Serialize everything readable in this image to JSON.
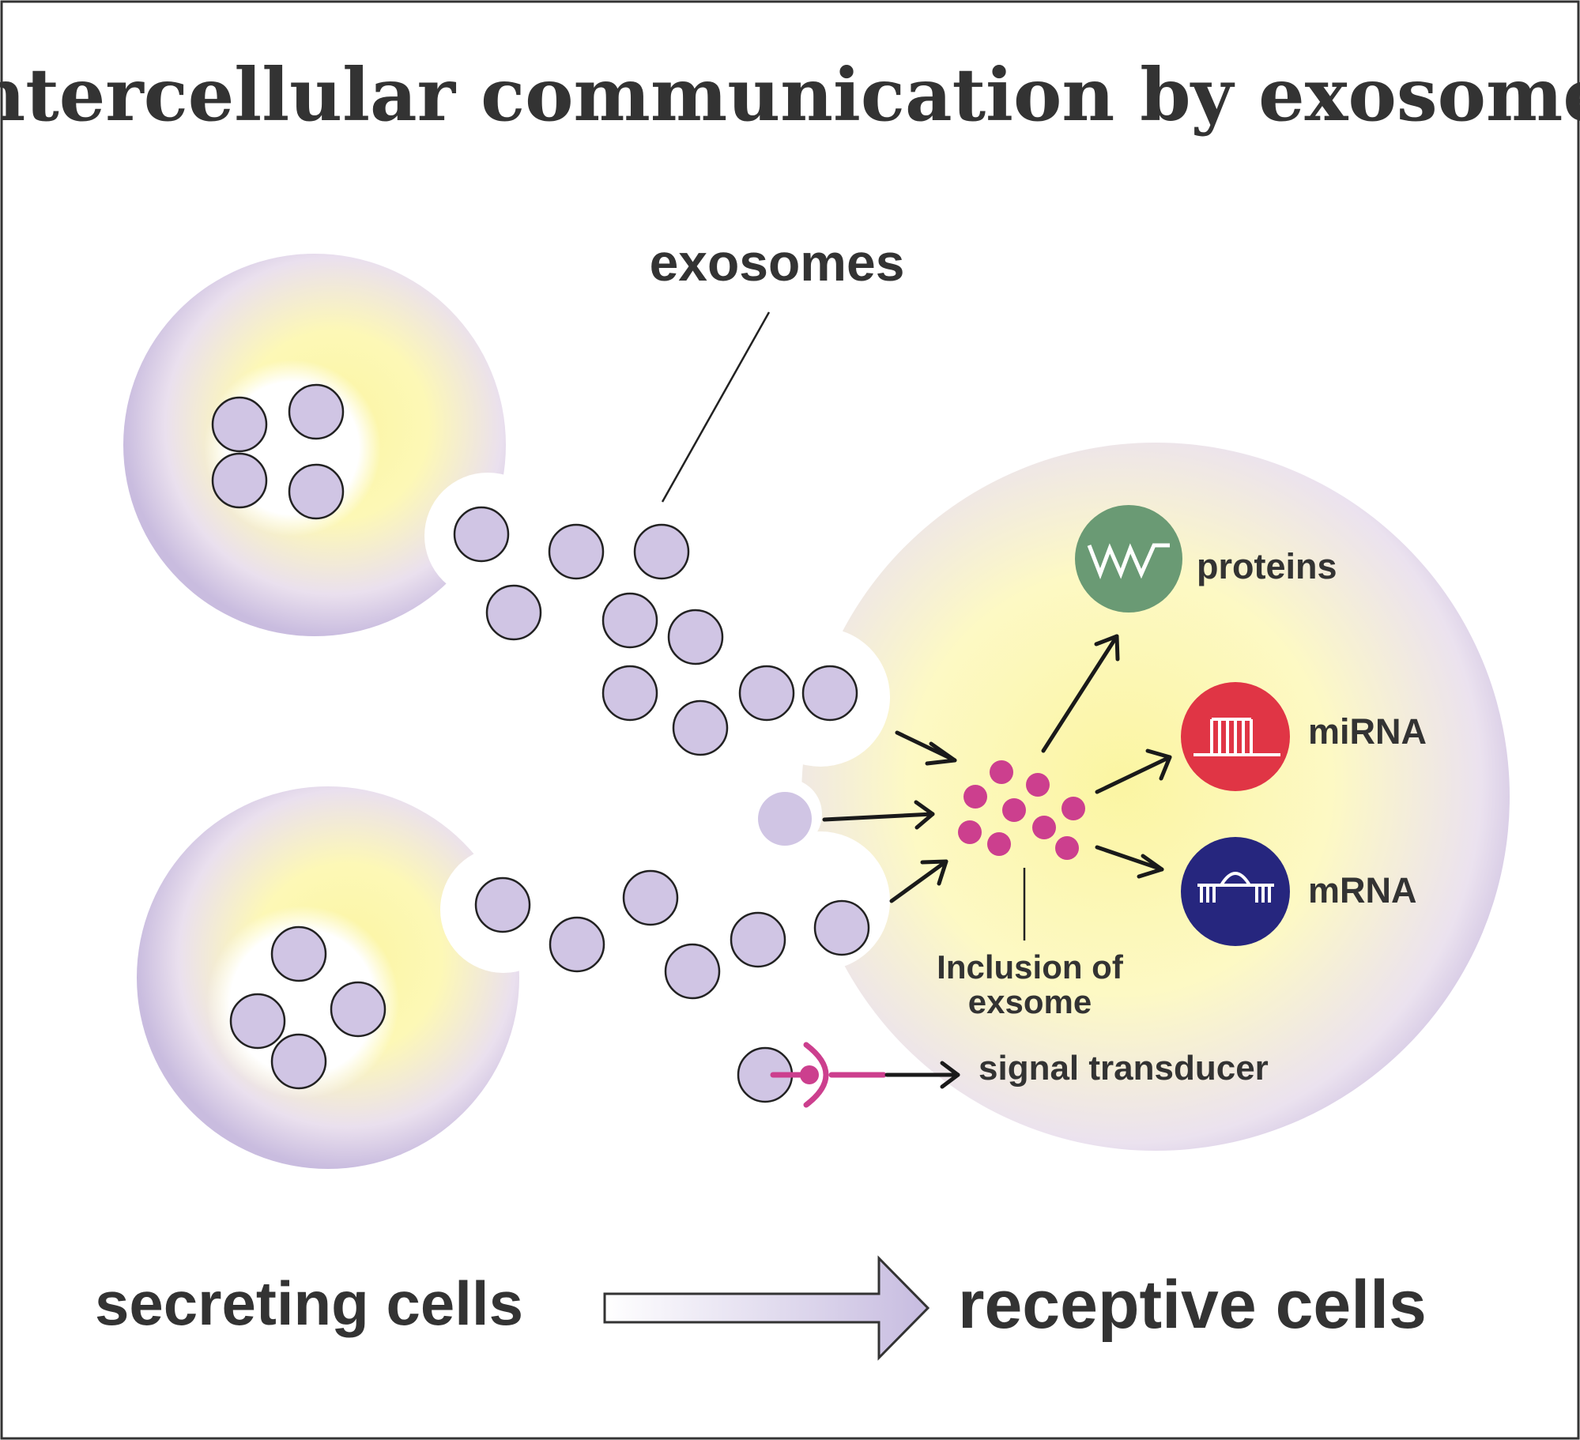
{
  "title": "Intercellular communication by exosomes",
  "labels": {
    "exosomes": "exosomes",
    "proteins": "proteins",
    "mirna": "miRNA",
    "mrna": "mRNA",
    "inclusion_line1": "Inclusion of",
    "inclusion_line2": "exsome",
    "signal_transducer": "signal transducer",
    "secreting_cells": "secreting cells",
    "receptive_cells": "receptive cells"
  },
  "colors": {
    "proteins": "#6a9a74",
    "mirna": "#e03545",
    "mrna": "#26267e",
    "exosome_fill": "#d0c5e4",
    "cargo": "#cc3f8e",
    "text": "#333333"
  },
  "icons": {
    "proteins": "protein-zigzag-icon",
    "mirna": "mirna-hairpin-icon",
    "mrna": "mrna-cap-icon",
    "receptor": "receptor-ligand-icon"
  }
}
